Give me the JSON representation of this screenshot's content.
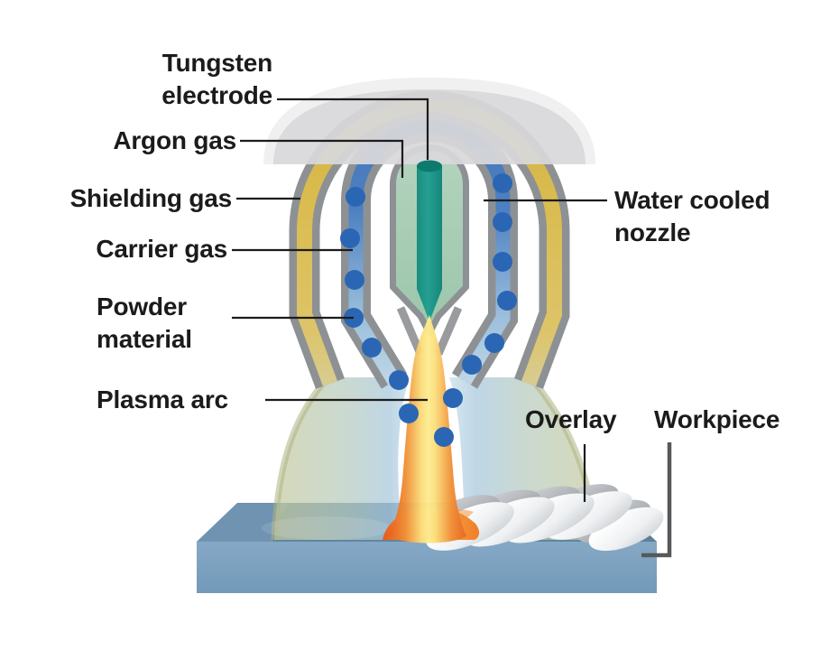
{
  "diagram": {
    "subject": "plasma-transferred-arc-powder-welding-torch-cross-section",
    "labels": {
      "tungsten_electrode": "Tungsten\nelectrode",
      "argon_gas": "Argon gas",
      "shielding_gas": "Shielding gas",
      "carrier_gas": "Carrier gas",
      "powder_material": "Powder\nmaterial",
      "plasma_arc": "Plasma arc",
      "water_cooled_nozzle": "Water cooled\nnozzle",
      "overlay": "Overlay",
      "workpiece": "Workpiece"
    },
    "colors": {
      "label_text": "#1b1b1b",
      "nozzle_metal_gray": "#8e9194",
      "dome_gray": "#d7d7d9",
      "shielding_gas_gold": "#d9ba4c",
      "carrier_gas_blue": "#4a7cc0",
      "powder_particle_blue": "#2a66b4",
      "argon_envelope_green": "#a8cdb5",
      "tungsten_electrode_teal": "#1f9a8b",
      "plasma_core_yellow": "#fdeb90",
      "plasma_edge_orange": "#e85f1e",
      "workpiece_blue": "#7da0bd",
      "overlay_bead_white": "#f2f3f5"
    },
    "powder_particle_count": 15,
    "overlay_bead_count": 5
  }
}
